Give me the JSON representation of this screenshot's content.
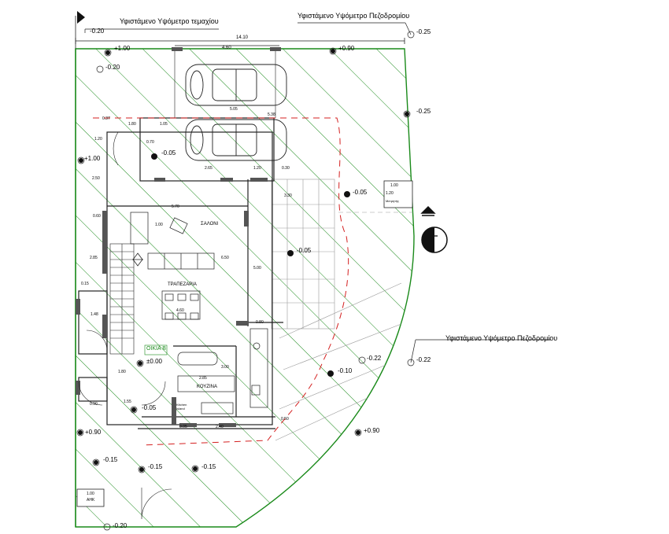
{
  "labels": {
    "plot_level_title": "Υφιστάμενο Υψόμετρο τεμαχίου",
    "sidewalk_level_top": "Υφιστάμενο Υψόμετρο Πεζοδρομίου",
    "sidewalk_level_right": "Υφιστάμενο Υψόμετρο Πεζοδρομίου",
    "room_saloni": "ΣΑΛΟΝΙ",
    "room_trapezaria": "ΤΡΑΠΕΖΑΡΙΑ",
    "room_kouzina": "ΚΟΥΖΙΝΑ",
    "house_tag": "ΟΙΚΙΑ Β",
    "kitchen_note": "Kitchen Island",
    "tank_label": "ΑΗΚ",
    "meter_label": "Μετρητής"
  },
  "levels": {
    "top_left": "-0.20",
    "top_right": "-0.25",
    "right_upper": "-0.25",
    "right_lower": "-0.22",
    "bottom_left": "-0.20",
    "plus_100_a": "+1.00",
    "plus_100_b": "+1.00",
    "minus_020_inside": "-0.20",
    "plus_090_top": "+0.90",
    "minus_005_a": "-0.05",
    "minus_005_b": "-0.05",
    "minus_005_c": "-0.05",
    "minus_005_d": "-0.05",
    "zero": "±0.00",
    "minus_010": "-0.10",
    "minus_022": "-0.22",
    "plus_090_right": "+0.90",
    "plus_090_left": "+0.90",
    "minus_015_a": "-0.15",
    "minus_015_b": "-0.15",
    "minus_015_c": "-0.15"
  },
  "dims": {
    "overall_width": "14.10",
    "parking_width": "4.60",
    "car_span": "5.05",
    "d_538": "5.38",
    "d_180": "1.80",
    "d_105": "1.05",
    "d_037": "0.37",
    "d_120a": "1.20",
    "d_070": "0.70",
    "d_265": "2.65",
    "d_120b": "1.20",
    "d_030": "0.30",
    "d_330": "3.30",
    "d_570": "5.70",
    "d_100": "1.00",
    "d_250": "2.50",
    "d_060": "0.60",
    "d_285": "2.85",
    "d_650": "6.50",
    "d_015": "0.15",
    "d_148": "1.48",
    "d_460": "4.60",
    "d_500": "5.00",
    "d_080": "0.80",
    "d_300": "3.00",
    "d_285b": "2.85",
    "d_090": "0.90",
    "d_155": "1.55",
    "d_180b": "1.80",
    "d_005": "0.05",
    "d_240": "2.40",
    "d_050": "0.50",
    "d_100b": "1.00",
    "d_120c": "1.20",
    "d_100c": "1.00"
  },
  "colors": {
    "hatch": "#1a8a1a",
    "boundary": "#1a8a1a",
    "line": "#222222",
    "wall": "#555555",
    "red_dash": "#d42020",
    "grey_grid": "#9a9a9a"
  }
}
